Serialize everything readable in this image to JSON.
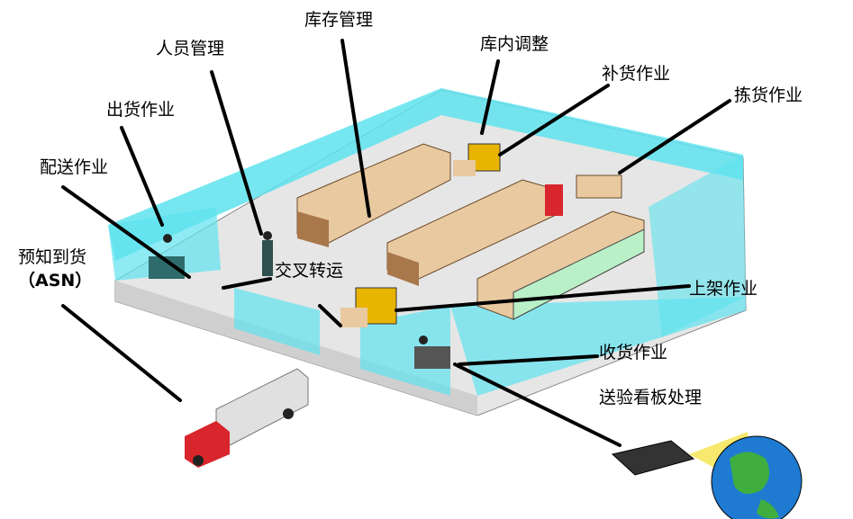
{
  "labels": {
    "inventory": "库存管理",
    "personnel": "人员管理",
    "adjust": "库内调整",
    "replenish": "补货作业",
    "picking": "拣货作业",
    "shipping": "出货作业",
    "delivery": "配送作业",
    "asn_line1": "预知到货",
    "asn_line2": "（ASN）",
    "crossdock": "交叉转运",
    "putaway": "上架作业",
    "receiving": "收货作业",
    "inspection": "送验看板处理"
  },
  "colors": {
    "wall": "#5ee3ef",
    "floor": "#e6e6e6",
    "box": "#e8c9a0",
    "forklift": "#e8b400",
    "truck": "#d8262c"
  }
}
